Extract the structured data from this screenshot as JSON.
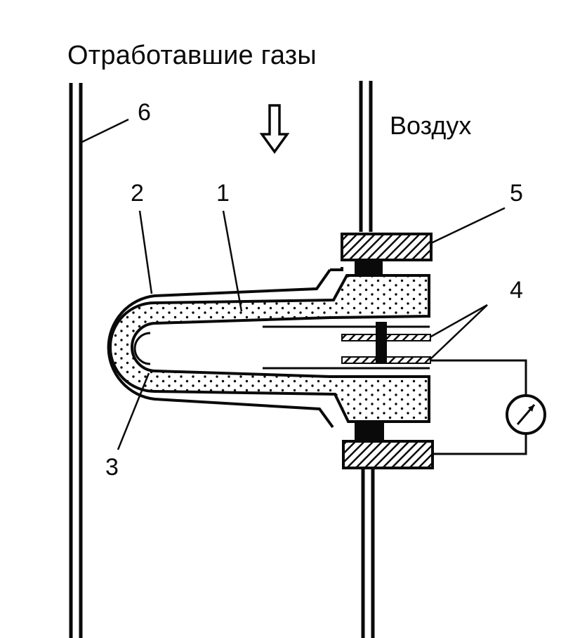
{
  "diagram": {
    "title": "Отработавшие газы",
    "air_label": "Воздух",
    "callouts": {
      "n1": "1",
      "n2": "2",
      "n3": "3",
      "n4": "4",
      "n5": "5",
      "n6": "6"
    },
    "colors": {
      "ink": "#0a0a0a",
      "paper": "#ffffff"
    },
    "icons": {
      "flow": "hollow-down-arrow-icon",
      "meter": "gauge-icon"
    }
  }
}
